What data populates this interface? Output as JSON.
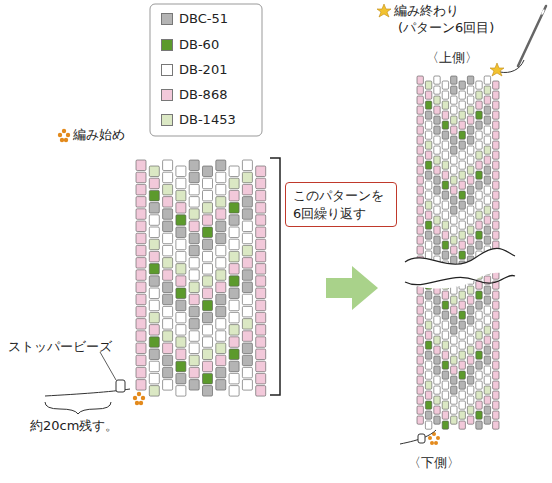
{
  "diagram": {
    "nodes": [
      {
        "text": [
          "このパターンを 6回繰り返す"
        ]
      }
    ],
    "labels": [
      "編み始め",
      "ストッパービーズ",
      "約20cm残す。",
      "編み終わり",
      "(パターン6回目)",
      "〈上側〉",
      "〈下側〉"
    ],
    "legend": [
      {
        "text": "DBC-51",
        "color": "#b4b4b4"
      },
      {
        "text": "DB-60",
        "color": "#5c9a2c"
      },
      {
        "text": "DB-201",
        "color": "#ffffff"
      },
      {
        "text": "DB-868",
        "color": "#f2c9da"
      },
      {
        "text": "DB-1453",
        "color": "#dbe8c4"
      }
    ]
  }
}
